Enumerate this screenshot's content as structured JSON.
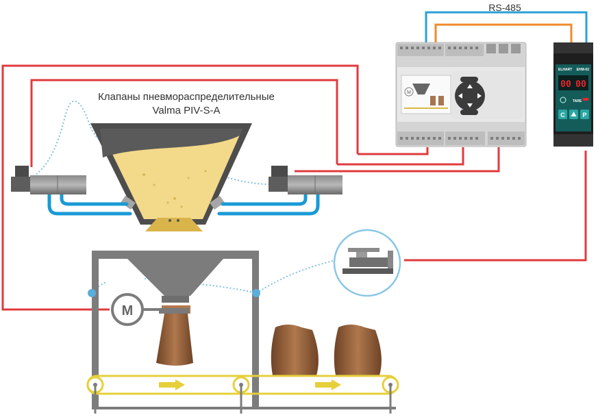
{
  "diagram": {
    "bus_label": "RS-485",
    "valves_label_line1": "Клапаны пневмораспределительные",
    "valves_label_line2": "Valma PIV-S-A",
    "motor_label": "M",
    "controller_screen_label": "M",
    "indicator": {
      "brand": "ELHART",
      "model": "ЕНМ-02",
      "display_left": "00",
      "display_right": "00",
      "tare_label": "TARE",
      "btn_c": "C",
      "btn_p": "P"
    }
  },
  "colors": {
    "signal_red": "#e03a3e",
    "air_blue": "#1a9ad6",
    "rs485_blue": "#2a9fd8",
    "rs485_orange": "#ef8a2b",
    "product_yellow": "#f3d98a",
    "frame_grey": "#7c7c7c",
    "conveyor_yellow": "#e6cf3a",
    "sack_brown": "#8a5a3a"
  }
}
